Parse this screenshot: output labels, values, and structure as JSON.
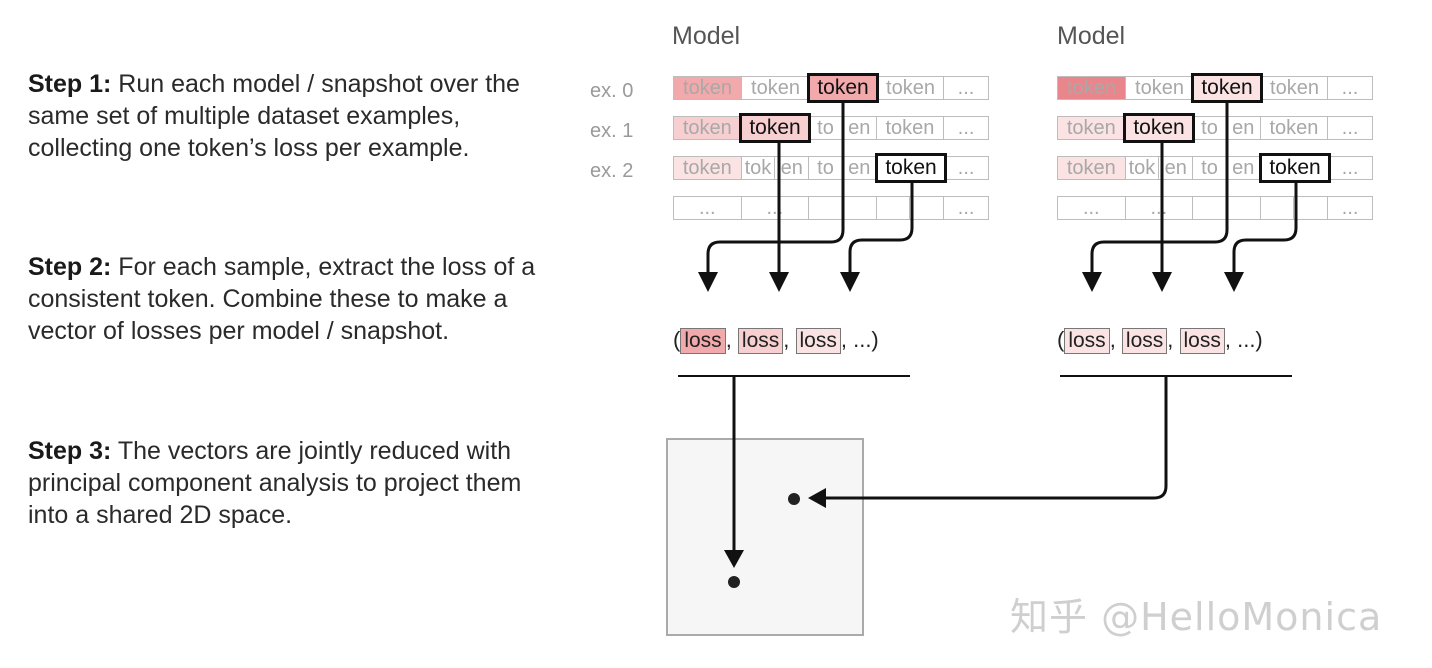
{
  "steps": [
    {
      "label": "Step 1:",
      "text": " Run each model / snapshot over the same set of multiple dataset examples, collecting one token’s loss per example."
    },
    {
      "label": "Step 2:",
      "text": " For each sample, extract the loss of a consistent token. Combine these to make a vector of losses per model / snapshot."
    },
    {
      "label": "Step 3:",
      "text": " The vectors are jointly reduced with principal component analysis to project them into a shared 2D space."
    }
  ],
  "row_labels": [
    "ex. 0",
    "ex. 1",
    "ex. 2"
  ],
  "models": [
    {
      "title": "Model",
      "rows": [
        [
          "token",
          "token",
          "token",
          "token",
          "..."
        ],
        [
          "token",
          "token",
          "to",
          "en",
          "token",
          "..."
        ],
        [
          "token",
          "tok",
          "en",
          "to",
          "en",
          "token",
          "..."
        ],
        [
          "...",
          "...",
          "",
          "",
          "",
          "",
          "..."
        ]
      ],
      "selected": [
        "token",
        "token",
        "token"
      ],
      "vector": {
        "open": "(",
        "items": [
          "loss",
          "loss",
          "loss"
        ],
        "tail": ", ...)"
      }
    },
    {
      "title": "Model",
      "rows": [
        [
          "token",
          "token",
          "token",
          "token",
          "..."
        ],
        [
          "token",
          "token",
          "to",
          "en",
          "token",
          "..."
        ],
        [
          "token",
          "tok",
          "en",
          "to",
          "en",
          "token",
          "..."
        ],
        [
          "...",
          "...",
          "",
          "",
          "",
          "",
          "..."
        ]
      ],
      "selected": [
        "token",
        "token",
        "token"
      ],
      "vector": {
        "open": "(",
        "items": [
          "loss",
          "loss",
          "loss"
        ],
        "tail": ", ...)"
      }
    }
  ],
  "colors": {
    "loss_high": "#f2a9ac",
    "loss_mid": "#f8cfd1",
    "loss_low": "#fbe3e4",
    "loss_strong": "#e8868b",
    "line": "#111111"
  },
  "watermark": "知乎 @HelloMonica"
}
